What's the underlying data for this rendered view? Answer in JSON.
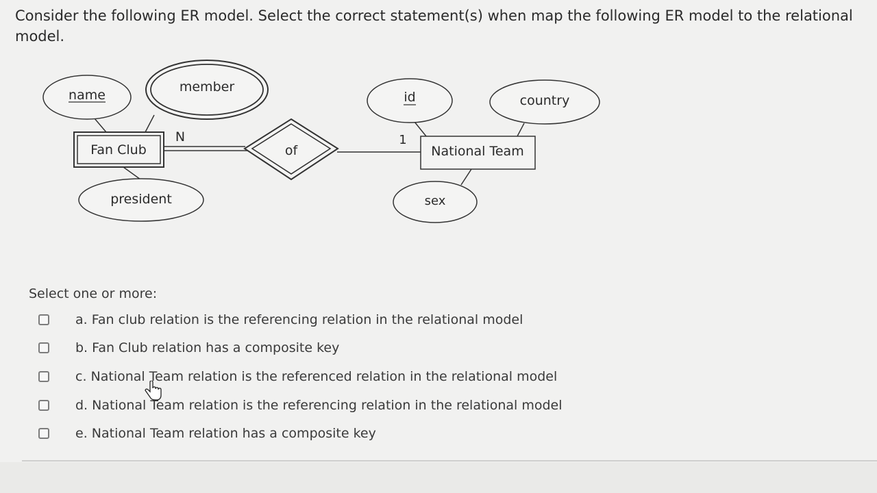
{
  "question": {
    "text": "Consider the following ER model. Select the correct statement(s) when map the following ER model to the relational model."
  },
  "diagram": {
    "entities": {
      "fan_club": "Fan Club",
      "national_team": "National Team"
    },
    "relationship": "of",
    "attributes": {
      "name": "name",
      "member": "member",
      "president": "president",
      "id": "id",
      "country": "country",
      "sex": "sex"
    },
    "cardinality": {
      "fan_club_side": "N",
      "national_team_side": "1"
    }
  },
  "prompt": "Select one or more:",
  "options": [
    {
      "label": "a. Fan club relation is the referencing relation in the relational model",
      "checked": false
    },
    {
      "label": "b. Fan Club relation has a composite key",
      "checked": false
    },
    {
      "label": "c. National Team relation is the referenced relation in the relational model",
      "checked": false
    },
    {
      "label": "d. National Team relation is the referencing relation in the relational model",
      "checked": false
    },
    {
      "label": "e. National Team relation has a composite key",
      "checked": false
    }
  ]
}
